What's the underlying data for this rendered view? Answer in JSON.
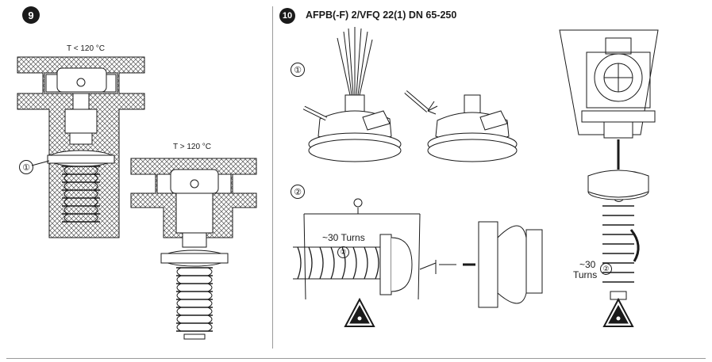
{
  "steps": {
    "step9": {
      "badge": "9"
    },
    "step10": {
      "badge": "10",
      "title": "AFPB(-F) 2/VFQ 22(1) DN 65-250"
    }
  },
  "labels": {
    "temp_low": "T < 120 °C",
    "temp_high": "T > 120 °C",
    "turns": "~30 Turns",
    "turns_split_a": "~30",
    "turns_split_b": "Turns"
  },
  "markers": {
    "m1": "①",
    "m2": "②"
  },
  "colors": {
    "ink": "#1a1a1a",
    "insulation_hatch": "#555555",
    "badge_fill": "#1a1a1a"
  },
  "icons": [
    "heavy-load-warning-icon",
    "crosshatch-insulation"
  ]
}
